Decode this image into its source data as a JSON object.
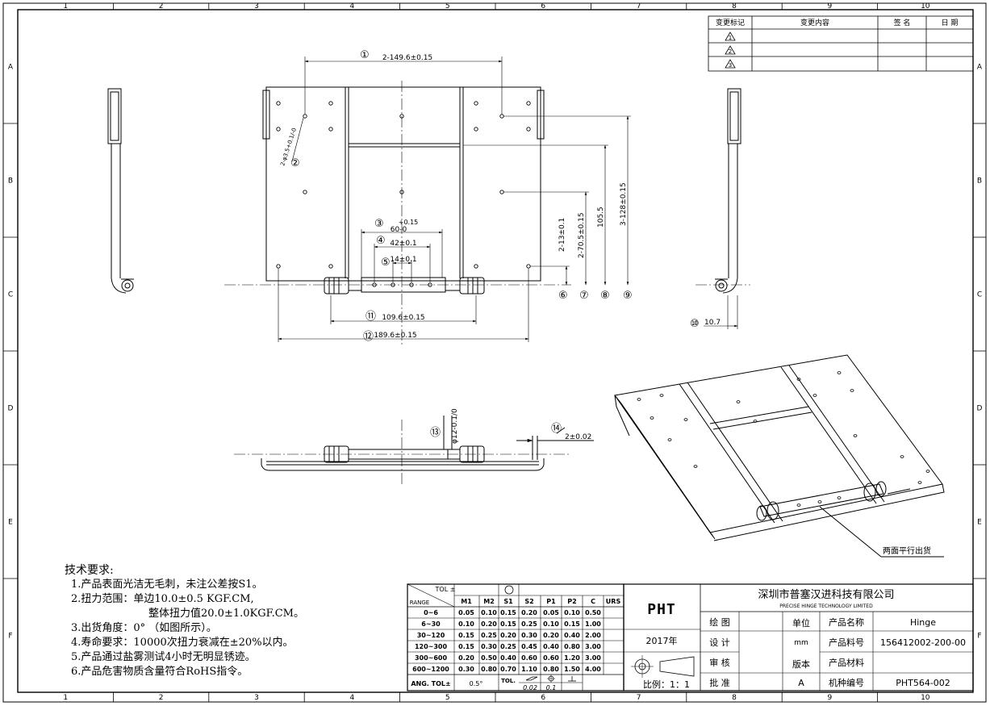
{
  "grid": {
    "cols": [
      "1",
      "2",
      "3",
      "4",
      "5",
      "6",
      "7",
      "8",
      "9",
      "10"
    ],
    "rows": [
      "A",
      "B",
      "C",
      "D",
      "E",
      "F"
    ]
  },
  "revision": {
    "headers": [
      "变更标记",
      "变更内容",
      "签 名",
      "日 期"
    ],
    "marks": [
      "1",
      "2",
      "3"
    ]
  },
  "dims": {
    "d1": "2-149.6±0.15",
    "d2": "2-φ3.5+0.1/-0",
    "d3_main": "60-0",
    "d3_tol": "+0.15",
    "d4": "42±0.1",
    "d5": "14±0.1",
    "d6": "2-13±0.1",
    "d7": "2-70.5±0.15",
    "d8": "105.5",
    "d9": "3-128±0.15",
    "d10": "10.7",
    "d11": "109.6±0.15",
    "d12": "189.6±0.15",
    "d13": "φ12-0.1/0",
    "d14": "2±0.02"
  },
  "callouts": [
    "①",
    "②",
    "③",
    "④",
    "⑤",
    "⑥",
    "⑦",
    "⑧",
    "⑨",
    "⑩",
    "⑪",
    "⑫",
    "⑬",
    "⑭"
  ],
  "iso_label": "两面平行出货",
  "notes": {
    "title": "技术要求:",
    "items": [
      "1.产品表面光洁无毛刺，未注公差按S1。",
      "2.扭力范围：单边10.0±0.5 KGF.CM,",
      "整体扭力值20.0±1.0KGF.CM。",
      "3.出货角度：0° （如图所示）。",
      "4.寿命要求：10000次扭力衰减在±20%以内。",
      "5.产品通过盐雾测试4小时无明显锈迹。",
      "6.产品危害物质含量符合RoHS指令。"
    ]
  },
  "tol_table": {
    "tol_label": "TOL ±",
    "range_label": "RANGE",
    "headers": [
      "M1",
      "M2",
      "S1",
      "S2",
      "P1",
      "P2",
      "C",
      "URS"
    ],
    "rows": [
      {
        "range": "0~6",
        "vals": [
          "0.05",
          "0.10",
          "0.15",
          "0.20",
          "0.05",
          "0.10",
          "0.50",
          ""
        ]
      },
      {
        "range": "6~30",
        "vals": [
          "0.10",
          "0.20",
          "0.15",
          "0.25",
          "0.10",
          "0.15",
          "1.00",
          ""
        ]
      },
      {
        "range": "30~120",
        "vals": [
          "0.15",
          "0.25",
          "0.20",
          "0.30",
          "0.20",
          "0.40",
          "2.00",
          ""
        ]
      },
      {
        "range": "120~300",
        "vals": [
          "0.15",
          "0.30",
          "0.25",
          "0.45",
          "0.40",
          "0.80",
          "3.00",
          ""
        ]
      },
      {
        "range": "300~600",
        "vals": [
          "0.20",
          "0.50",
          "0.40",
          "0.60",
          "0.60",
          "1.20",
          "3.00",
          ""
        ]
      },
      {
        "range": "600~1200",
        "vals": [
          "0.30",
          "0.80",
          "0.70",
          "1.10",
          "0.80",
          "1.50",
          "4.00",
          ""
        ]
      }
    ],
    "ang_label": "ANG. TOL±",
    "ang_val": "0.5°",
    "gd_label": "TOL.",
    "gd_flat": "0.02",
    "gd_pos": "0.1"
  },
  "title_block": {
    "logo": "PHT",
    "company_cn": "深圳市普塞汉进科技有限公司",
    "company_en": "PRECISE HINGE TECHNOLOGY LIMITED",
    "year": "2017年",
    "scale": "比例：1：1",
    "left_labels": [
      "绘 图",
      "设 计",
      "审 核",
      "批 准"
    ],
    "unit_label": "单位",
    "unit_val": "mm",
    "version_label": "版本",
    "version_val": "A",
    "prod_labels": [
      "产品名称",
      "产品料号",
      "产品材料",
      "机种编号"
    ],
    "prod_vals": [
      "Hinge",
      "156412002-200-00",
      "",
      "PHT564-002"
    ]
  }
}
